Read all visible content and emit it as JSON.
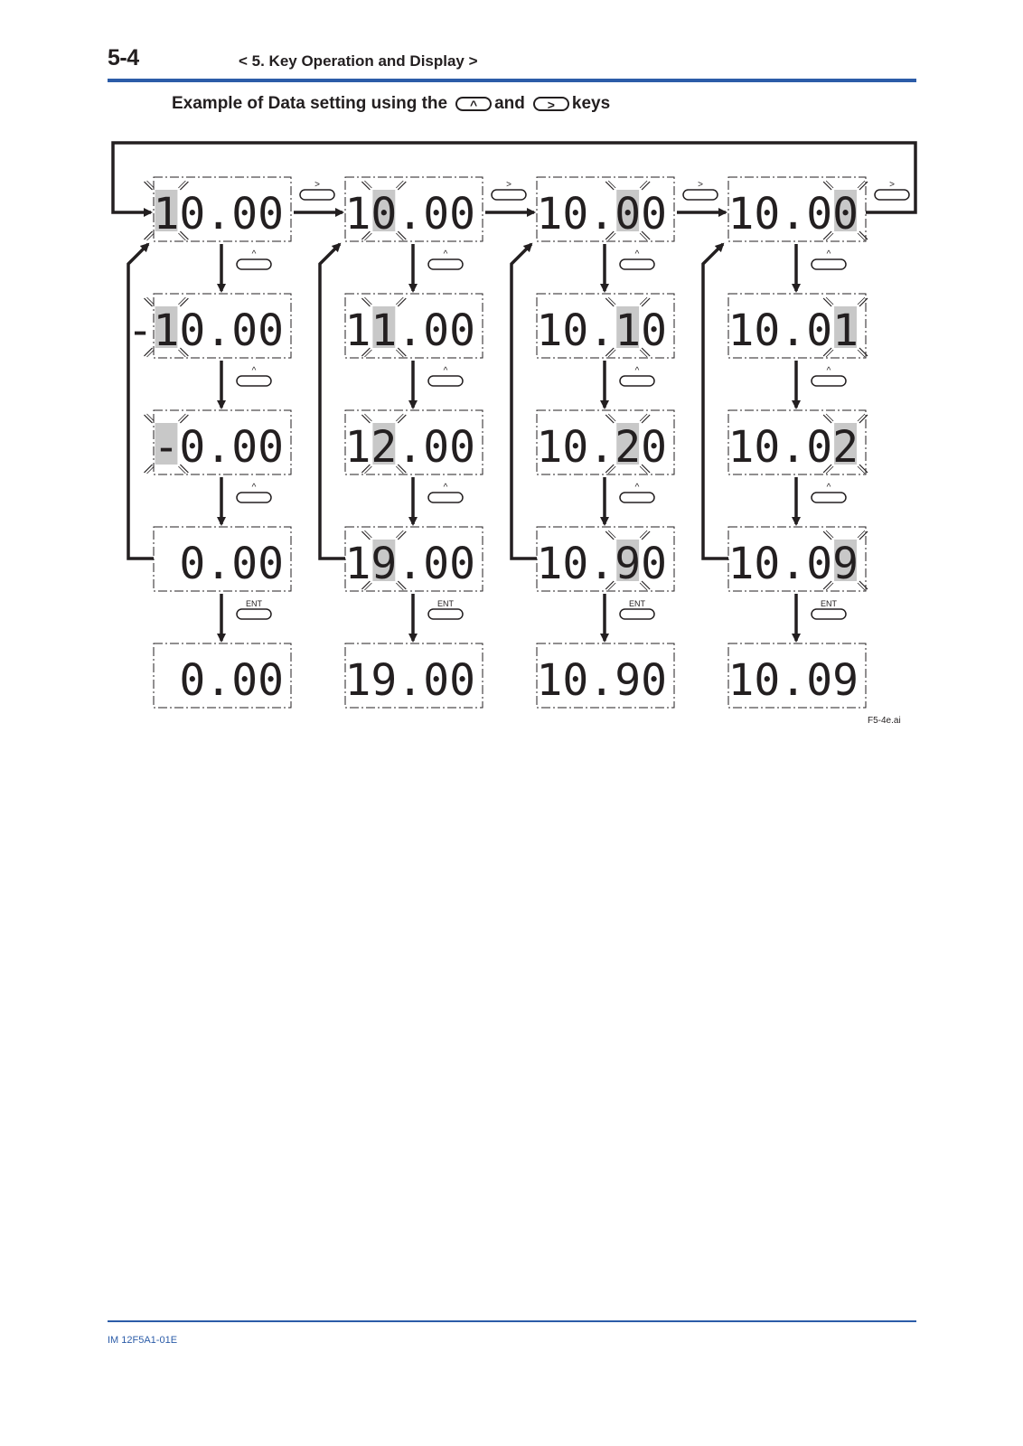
{
  "header": {
    "page_number": "5-4",
    "section_title": "< 5. Key Operation and Display >"
  },
  "caption": {
    "prefix": "Example of Data setting using the",
    "key_up": "^",
    "middle": "and",
    "key_right": ">",
    "suffix": "keys"
  },
  "figure": {
    "id": "F5-4e.ai",
    "keys": {
      "right": ">",
      "up": "^",
      "enter": "ENT"
    },
    "columns": [
      {
        "displays": [
          "10.00",
          "-10.00",
          "-0.00",
          "0.00",
          "0.00"
        ],
        "blink_char_index": [
          0,
          1,
          0,
          null,
          null
        ]
      },
      {
        "displays": [
          "10.00",
          "11.00",
          "12.00",
          "19.00",
          "19.00"
        ],
        "blink_char_index": [
          1,
          1,
          1,
          1,
          null
        ]
      },
      {
        "displays": [
          "10.00",
          "10.10",
          "10.20",
          "10.90",
          "10.90"
        ],
        "blink_char_index": [
          3,
          3,
          3,
          3,
          null
        ]
      },
      {
        "displays": [
          "10.00",
          "10.01",
          "10.02",
          "10.09",
          "10.09"
        ],
        "blink_char_index": [
          4,
          4,
          4,
          4,
          null
        ]
      }
    ]
  },
  "footer": {
    "doc_id": "IM 12F5A1-01E"
  },
  "colors": {
    "accent_blue": "#2c5ca8",
    "ink": "#231f20",
    "blink_highlight": "#c8c8c8"
  }
}
